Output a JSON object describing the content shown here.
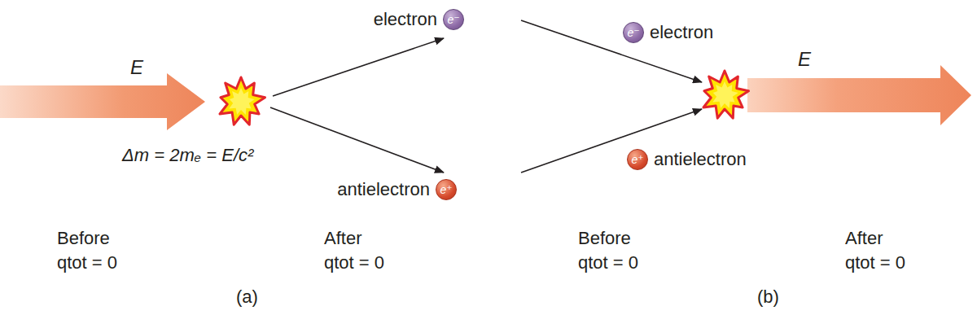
{
  "diagram": {
    "nodes": [
      {
        "text": [
          "electron",
          "e⁻"
        ]
      },
      {
        "text": [
          "antielectron",
          "e⁺"
        ]
      },
      {
        "text": [
          "electron",
          "e⁻"
        ]
      },
      {
        "text": [
          "antielectron",
          "e⁺"
        ]
      }
    ],
    "labels": [
      "E",
      "Δm = 2mₑ = E/c²",
      "Before",
      "qtot = 0",
      "After",
      "qtot = 0",
      "(a)",
      "Before",
      "qtot = 0",
      "E",
      "After",
      "qtot = 0",
      "(b)"
    ]
  }
}
